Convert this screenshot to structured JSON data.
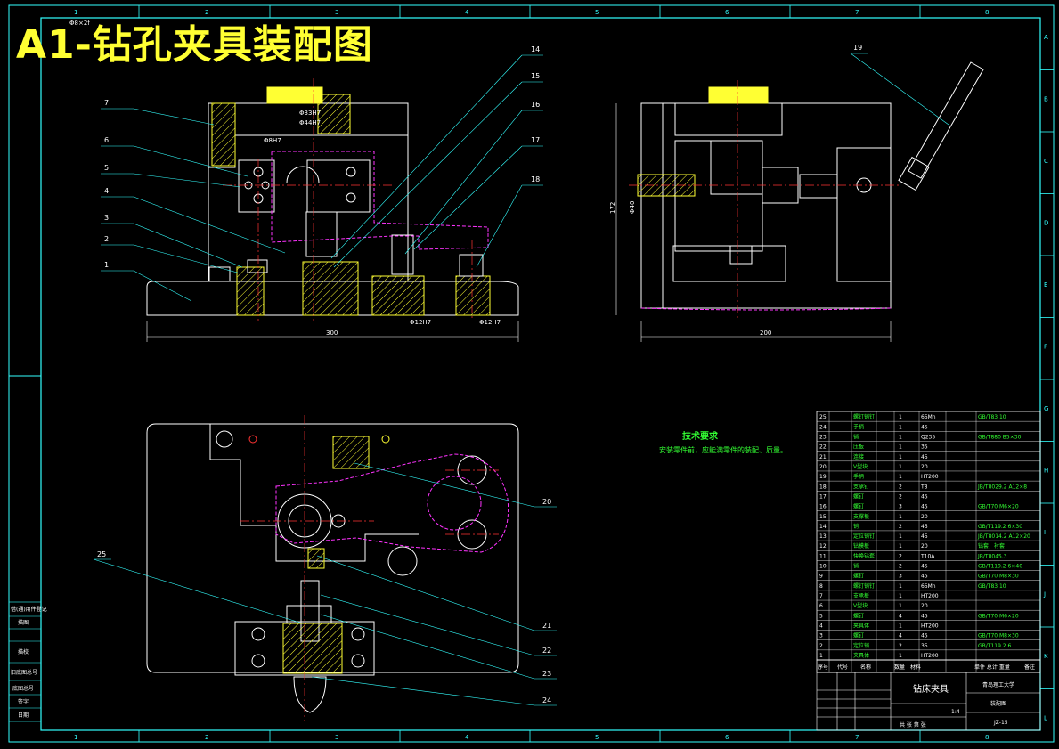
{
  "title": "A1-钻孔夹具装配图",
  "grid_columns": [
    "1",
    "2",
    "3",
    "4",
    "5",
    "6",
    "7",
    "8"
  ],
  "grid_rows": [
    "A",
    "B",
    "C",
    "D",
    "E",
    "F",
    "G",
    "H",
    "I",
    "J",
    "K",
    "L"
  ],
  "part_callouts": [
    "1",
    "2",
    "3",
    "4",
    "5",
    "6",
    "7",
    "14",
    "15",
    "16",
    "17",
    "18",
    "19",
    "20",
    "21",
    "22",
    "23",
    "24",
    "25"
  ],
  "dimensions": {
    "front_width": "300",
    "side_width": "200",
    "side_height": "172",
    "bore_a": "Φ33H7",
    "bore_b": "Φ44H7",
    "bore_c": "Φ8H7",
    "bore_d": "Φ12H7",
    "bore_e": "Φ12H7",
    "side_bore": "Φ40",
    "top_left": "Φ8×2f"
  },
  "technical_requirements": {
    "title": "技术要求",
    "line": "安装零件前，应能满零件的装配、质量。"
  },
  "bom": [
    {
      "no": "25",
      "name": "螺钉销钉",
      "qty": "1",
      "material": "65Mn",
      "std": "GB/T83 10"
    },
    {
      "no": "24",
      "name": "手柄",
      "qty": "1",
      "material": "45",
      "std": ""
    },
    {
      "no": "23",
      "name": "销",
      "qty": "1",
      "material": "Q235",
      "std": "GB/T880 B5×30"
    },
    {
      "no": "22",
      "name": "压板",
      "qty": "1",
      "material": "35",
      "std": ""
    },
    {
      "no": "21",
      "name": "连接",
      "qty": "1",
      "material": "45",
      "std": ""
    },
    {
      "no": "20",
      "name": "V型块",
      "qty": "1",
      "material": "20",
      "std": ""
    },
    {
      "no": "19",
      "name": "手柄",
      "qty": "1",
      "material": "HT200",
      "std": ""
    },
    {
      "no": "18",
      "name": "支承钉",
      "qty": "2",
      "material": "T8",
      "std": "JB/T8029.2 A12×8"
    },
    {
      "no": "17",
      "name": "螺钉",
      "qty": "2",
      "material": "45",
      "std": ""
    },
    {
      "no": "16",
      "name": "螺钉",
      "qty": "3",
      "material": "45",
      "std": "GB/T70 M6×20"
    },
    {
      "no": "15",
      "name": "支撑板",
      "qty": "1",
      "material": "20",
      "std": ""
    },
    {
      "no": "14",
      "name": "销",
      "qty": "2",
      "material": "45",
      "std": "GB/T119.2 6×30"
    },
    {
      "no": "13",
      "name": "定位销钉",
      "qty": "1",
      "material": "45",
      "std": "JB/T8014.2 A12×20"
    },
    {
      "no": "12",
      "name": "钻模板",
      "qty": "1",
      "material": "20",
      "std": "钻套，衬套"
    },
    {
      "no": "11",
      "name": "快换钻套",
      "qty": "2",
      "material": "T10A",
      "std": "JB/T8045.3"
    },
    {
      "no": "10",
      "name": "销",
      "qty": "2",
      "material": "45",
      "std": "GB/T119.2 6×40"
    },
    {
      "no": "9",
      "name": "螺钉",
      "qty": "3",
      "material": "45",
      "std": "GB/T70 M8×30"
    },
    {
      "no": "8",
      "name": "螺钉销钉",
      "qty": "1",
      "material": "65Mn",
      "std": "GB/T83 10"
    },
    {
      "no": "7",
      "name": "支承板",
      "qty": "1",
      "material": "HT200",
      "std": ""
    },
    {
      "no": "6",
      "name": "V型块",
      "qty": "1",
      "material": "20",
      "std": ""
    },
    {
      "no": "5",
      "name": "螺钉",
      "qty": "4",
      "material": "45",
      "std": "GB/T70 M6×20"
    },
    {
      "no": "4",
      "name": "夹具体",
      "qty": "1",
      "material": "HT200",
      "std": ""
    },
    {
      "no": "3",
      "name": "螺钉",
      "qty": "4",
      "material": "45",
      "std": "GB/T70 M8×30"
    },
    {
      "no": "2",
      "name": "定位销",
      "qty": "2",
      "material": "35",
      "std": "GB/T119.2 6"
    },
    {
      "no": "1",
      "name": "夹具体",
      "qty": "1",
      "material": "HT200",
      "std": ""
    }
  ],
  "bom_header": [
    "序号",
    "代号",
    "名称",
    "数量",
    "材料",
    "单件 总计 重量",
    "备注"
  ],
  "title_block": {
    "drawing_name": "钻床夹具",
    "school": "青岛理工大学",
    "subtitle": "装配图",
    "drawing_no": "JZ-15",
    "scale": "1:4",
    "sheet": "共 张 第 张"
  },
  "side_panel": [
    "借(通)用件登记",
    "描图",
    "描校",
    "旧底图总号",
    "底图总号",
    "签字",
    "日期"
  ],
  "colors": {
    "line": "#ffffff",
    "cyan": "#33ffff",
    "magenta": "#ff33ff",
    "yellow": "#ffff33",
    "green": "#33ff33",
    "red": "#ff3333",
    "background": "#000000"
  }
}
